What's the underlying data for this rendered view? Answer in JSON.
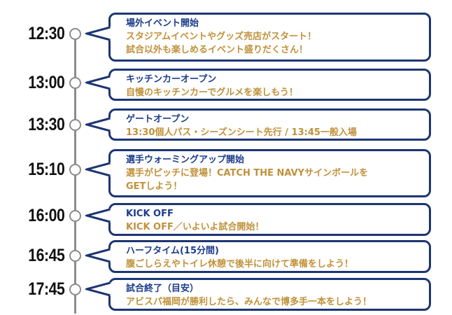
{
  "events": [
    {
      "time": "12:30",
      "title": "場外イベント開始",
      "desc": "スタジアムイベントやグッズ売店がスタート！\n試合以外も楽しめるイベント盛りだくさん！"
    },
    {
      "time": "13:00",
      "title": "キッチンカーオープン",
      "desc": "自慢のキッチンカーでグルメを楽しもう！"
    },
    {
      "time": "13:30",
      "title": "ゲートオープン",
      "desc": "13:30個人パス・シーズンシート先行 / 13:45一般入場"
    },
    {
      "time": "15:10",
      "title": "選手ウォーミングアップ開始",
      "desc": "選手がピッチに登場！CATCH THE NAVYサインボールを\nGETしよう！"
    },
    {
      "time": "16:00",
      "title": "KICK OFF",
      "desc": "KICK OFF／いよいよ試合開始！"
    },
    {
      "time": "16:45",
      "title": "ハーフタイム(15分間)",
      "desc": "腹ごしらえやトイレ休憩で後半に向けて準備をしよう！"
    },
    {
      "time": "17:45",
      "title": "試合終了（目安）",
      "desc": "アビスパ福岡が勝利したら、みんなで博多手一本をしよう！"
    }
  ],
  "colors": {
    "navy": "#1c3573",
    "title": "#1c3d8c",
    "gold": "#c0913a",
    "line": "#8c8c8c"
  }
}
